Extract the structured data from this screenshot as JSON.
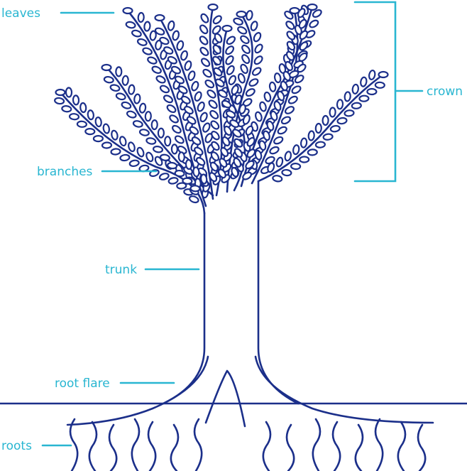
{
  "colors": {
    "tree": "#1b2f8a",
    "label": "#29b6d1",
    "background": "#ffffff"
  },
  "labels": {
    "leaves": "leaves",
    "branches": "branches",
    "trunk": "trunk",
    "root_flare": "root flare",
    "roots": "roots",
    "crown": "crown"
  }
}
